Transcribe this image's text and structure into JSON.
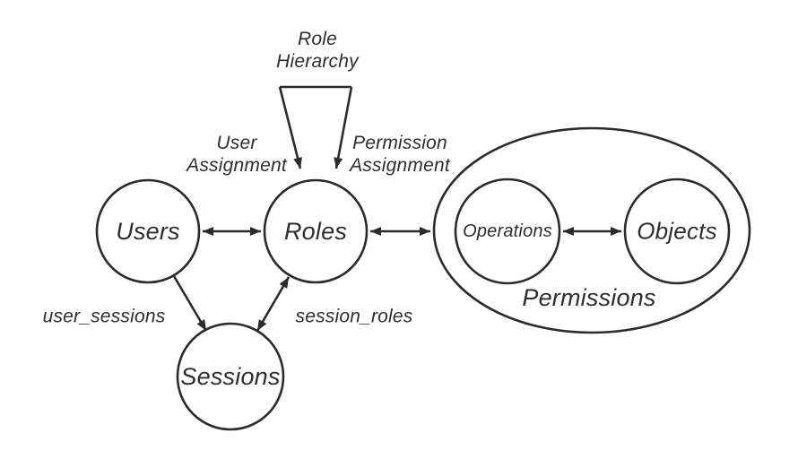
{
  "nodes": {
    "users": "Users",
    "roles": "Roles",
    "sessions": "Sessions",
    "operations": "Operations",
    "objects": "Objects"
  },
  "groups": {
    "permissions": "Permissions"
  },
  "edge_labels": {
    "role_hierarchy": "Role\nHierarchy",
    "user_assignment": "User\nAssignment",
    "permission_assignment": "Permission\nAssignment",
    "user_sessions": "user_sessions",
    "session_roles": "session_roles"
  },
  "colors": {
    "stroke": "#2b2b2b",
    "text": "#2e2e2e",
    "background": "#ffffff"
  }
}
